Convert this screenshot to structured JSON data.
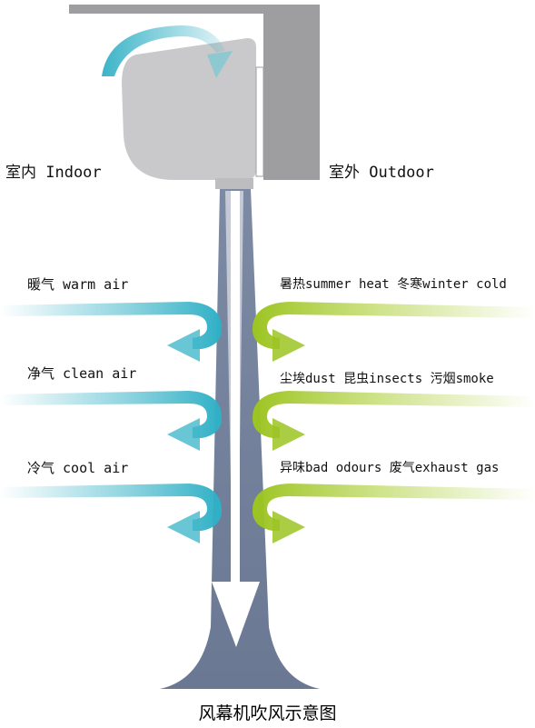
{
  "zones": {
    "indoor": "室内    Indoor",
    "outdoor": "室外    Outdoor"
  },
  "indoor_side": [
    "暖气 warm air",
    "净气 clean air",
    "冷气 cool air"
  ],
  "outdoor_side": [
    "暑热summer heat  冬寒winter cold",
    "尘埃dust  昆虫insects  污烟smoke",
    "异味bad odours  废气exhaust gas"
  ],
  "caption": "风幕机吹风示意图",
  "colors": {
    "unit": "#c9c9cb",
    "wall": "#9e9ea0",
    "air_column": "#6e7c98",
    "indoor_arrow": "#3cb4c8",
    "outdoor_arrow": "#a8cc2c"
  }
}
